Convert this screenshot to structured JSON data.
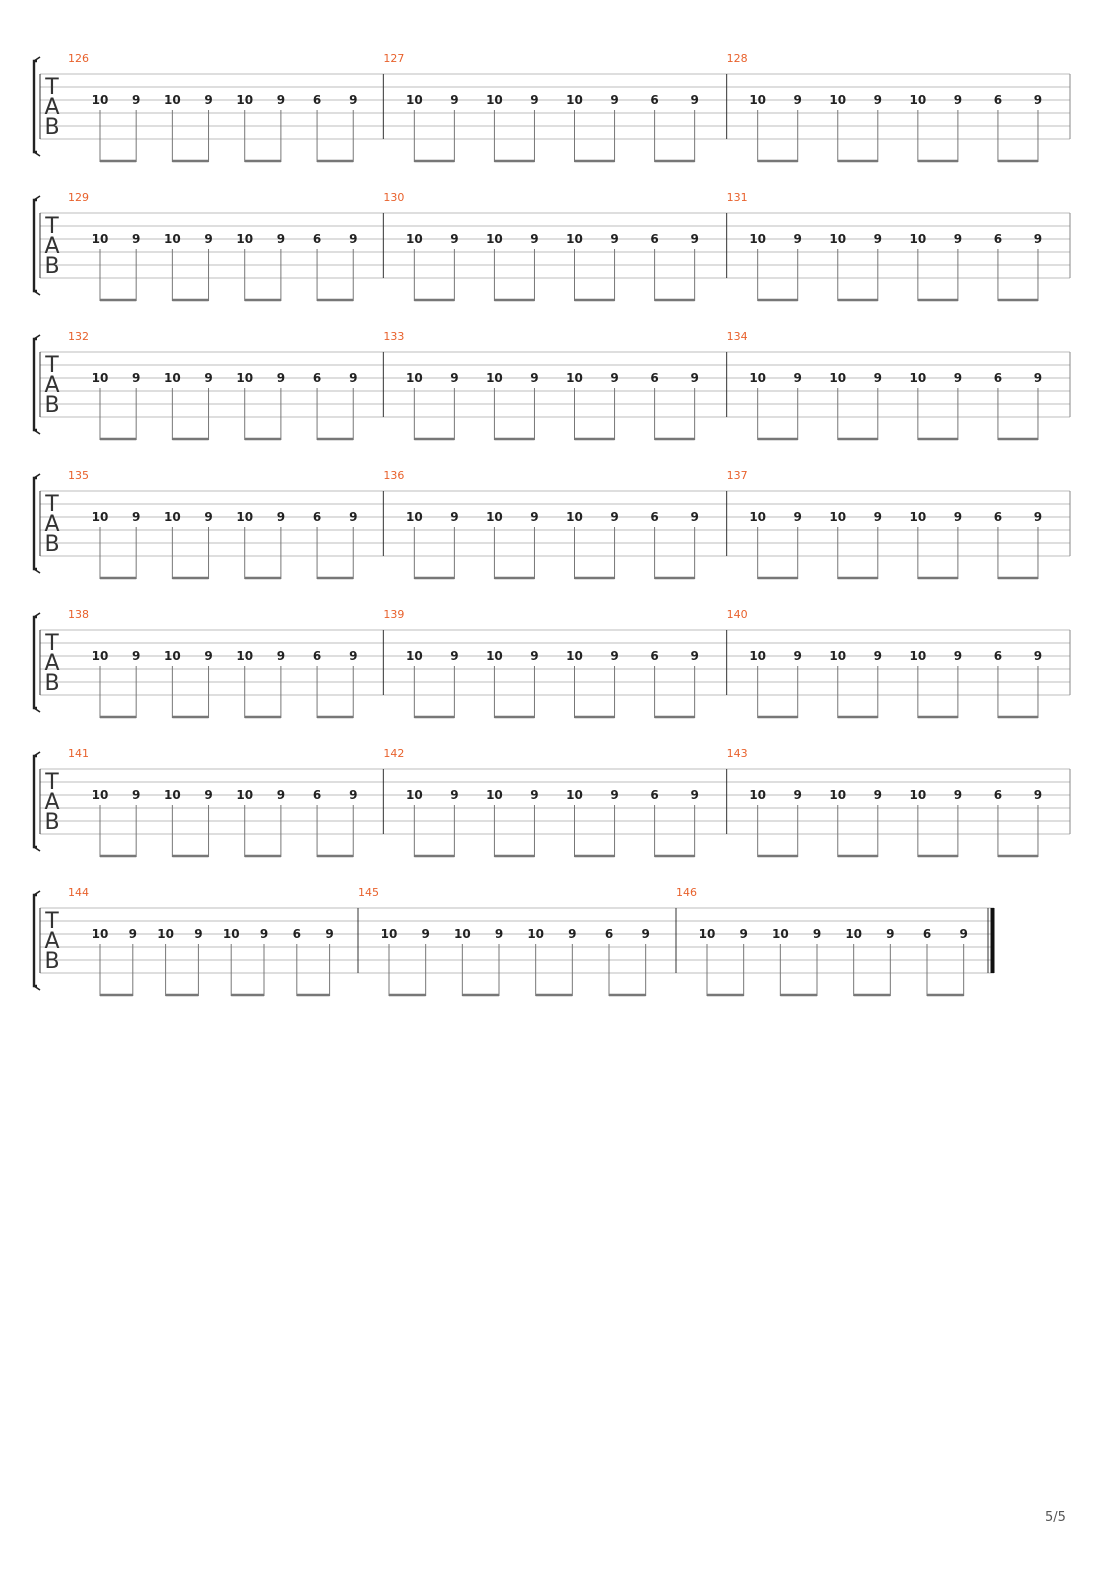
{
  "document": {
    "page_indicator": "5/5",
    "clef_letters": [
      "T",
      "A",
      "B"
    ],
    "colors": {
      "measure_number": "#e8612c",
      "staff_line": "#bcbcbc",
      "barline": "#333333",
      "fret_text": "#222222",
      "stem": "#777777",
      "bracket": "#222222"
    },
    "measure_pattern": {
      "frets": [
        "10",
        "9",
        "10",
        "9",
        "10",
        "9",
        "6",
        "9"
      ],
      "string": 3
    },
    "systems": [
      {
        "measures": [
          "126",
          "127",
          "128"
        ]
      },
      {
        "measures": [
          "129",
          "130",
          "131"
        ]
      },
      {
        "measures": [
          "132",
          "133",
          "134"
        ]
      },
      {
        "measures": [
          "135",
          "136",
          "137"
        ]
      },
      {
        "measures": [
          "138",
          "139",
          "140"
        ]
      },
      {
        "measures": [
          "141",
          "142",
          "143"
        ]
      },
      {
        "measures": [
          "144",
          "145",
          "146"
        ],
        "final_barline": true,
        "short": true
      }
    ]
  }
}
